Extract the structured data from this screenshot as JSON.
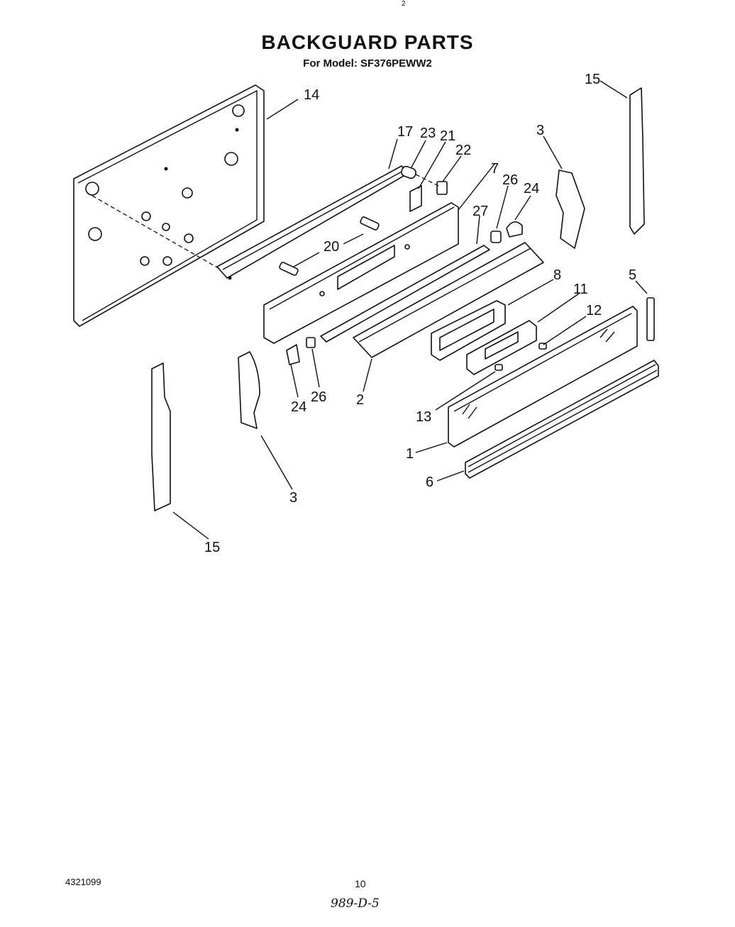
{
  "header": {
    "title": "BACKGUARD PARTS",
    "subtitle": "For Model: SF376PEWW2",
    "top_mark": "2"
  },
  "footer": {
    "doc_number": "4321099",
    "page_number": "10",
    "handwritten_note": "989-D-5"
  },
  "callouts": [
    {
      "id": "c14",
      "text": "14"
    },
    {
      "id": "c15a",
      "text": "15"
    },
    {
      "id": "c17",
      "text": "17"
    },
    {
      "id": "c23",
      "text": "23"
    },
    {
      "id": "c21",
      "text": "21"
    },
    {
      "id": "c22",
      "text": "22"
    },
    {
      "id": "c7",
      "text": "7"
    },
    {
      "id": "c3a",
      "text": "3"
    },
    {
      "id": "c26a",
      "text": "26"
    },
    {
      "id": "c24a",
      "text": "24"
    },
    {
      "id": "c27",
      "text": "27"
    },
    {
      "id": "c20",
      "text": "20"
    },
    {
      "id": "c8",
      "text": "8"
    },
    {
      "id": "c5",
      "text": "5"
    },
    {
      "id": "c11",
      "text": "11"
    },
    {
      "id": "c12",
      "text": "12"
    },
    {
      "id": "c24b",
      "text": "24"
    },
    {
      "id": "c26b",
      "text": "26"
    },
    {
      "id": "c2",
      "text": "2"
    },
    {
      "id": "c13",
      "text": "13"
    },
    {
      "id": "c1",
      "text": "1"
    },
    {
      "id": "c6",
      "text": "6"
    },
    {
      "id": "c3b",
      "text": "3"
    },
    {
      "id": "c15b",
      "text": "15"
    }
  ]
}
